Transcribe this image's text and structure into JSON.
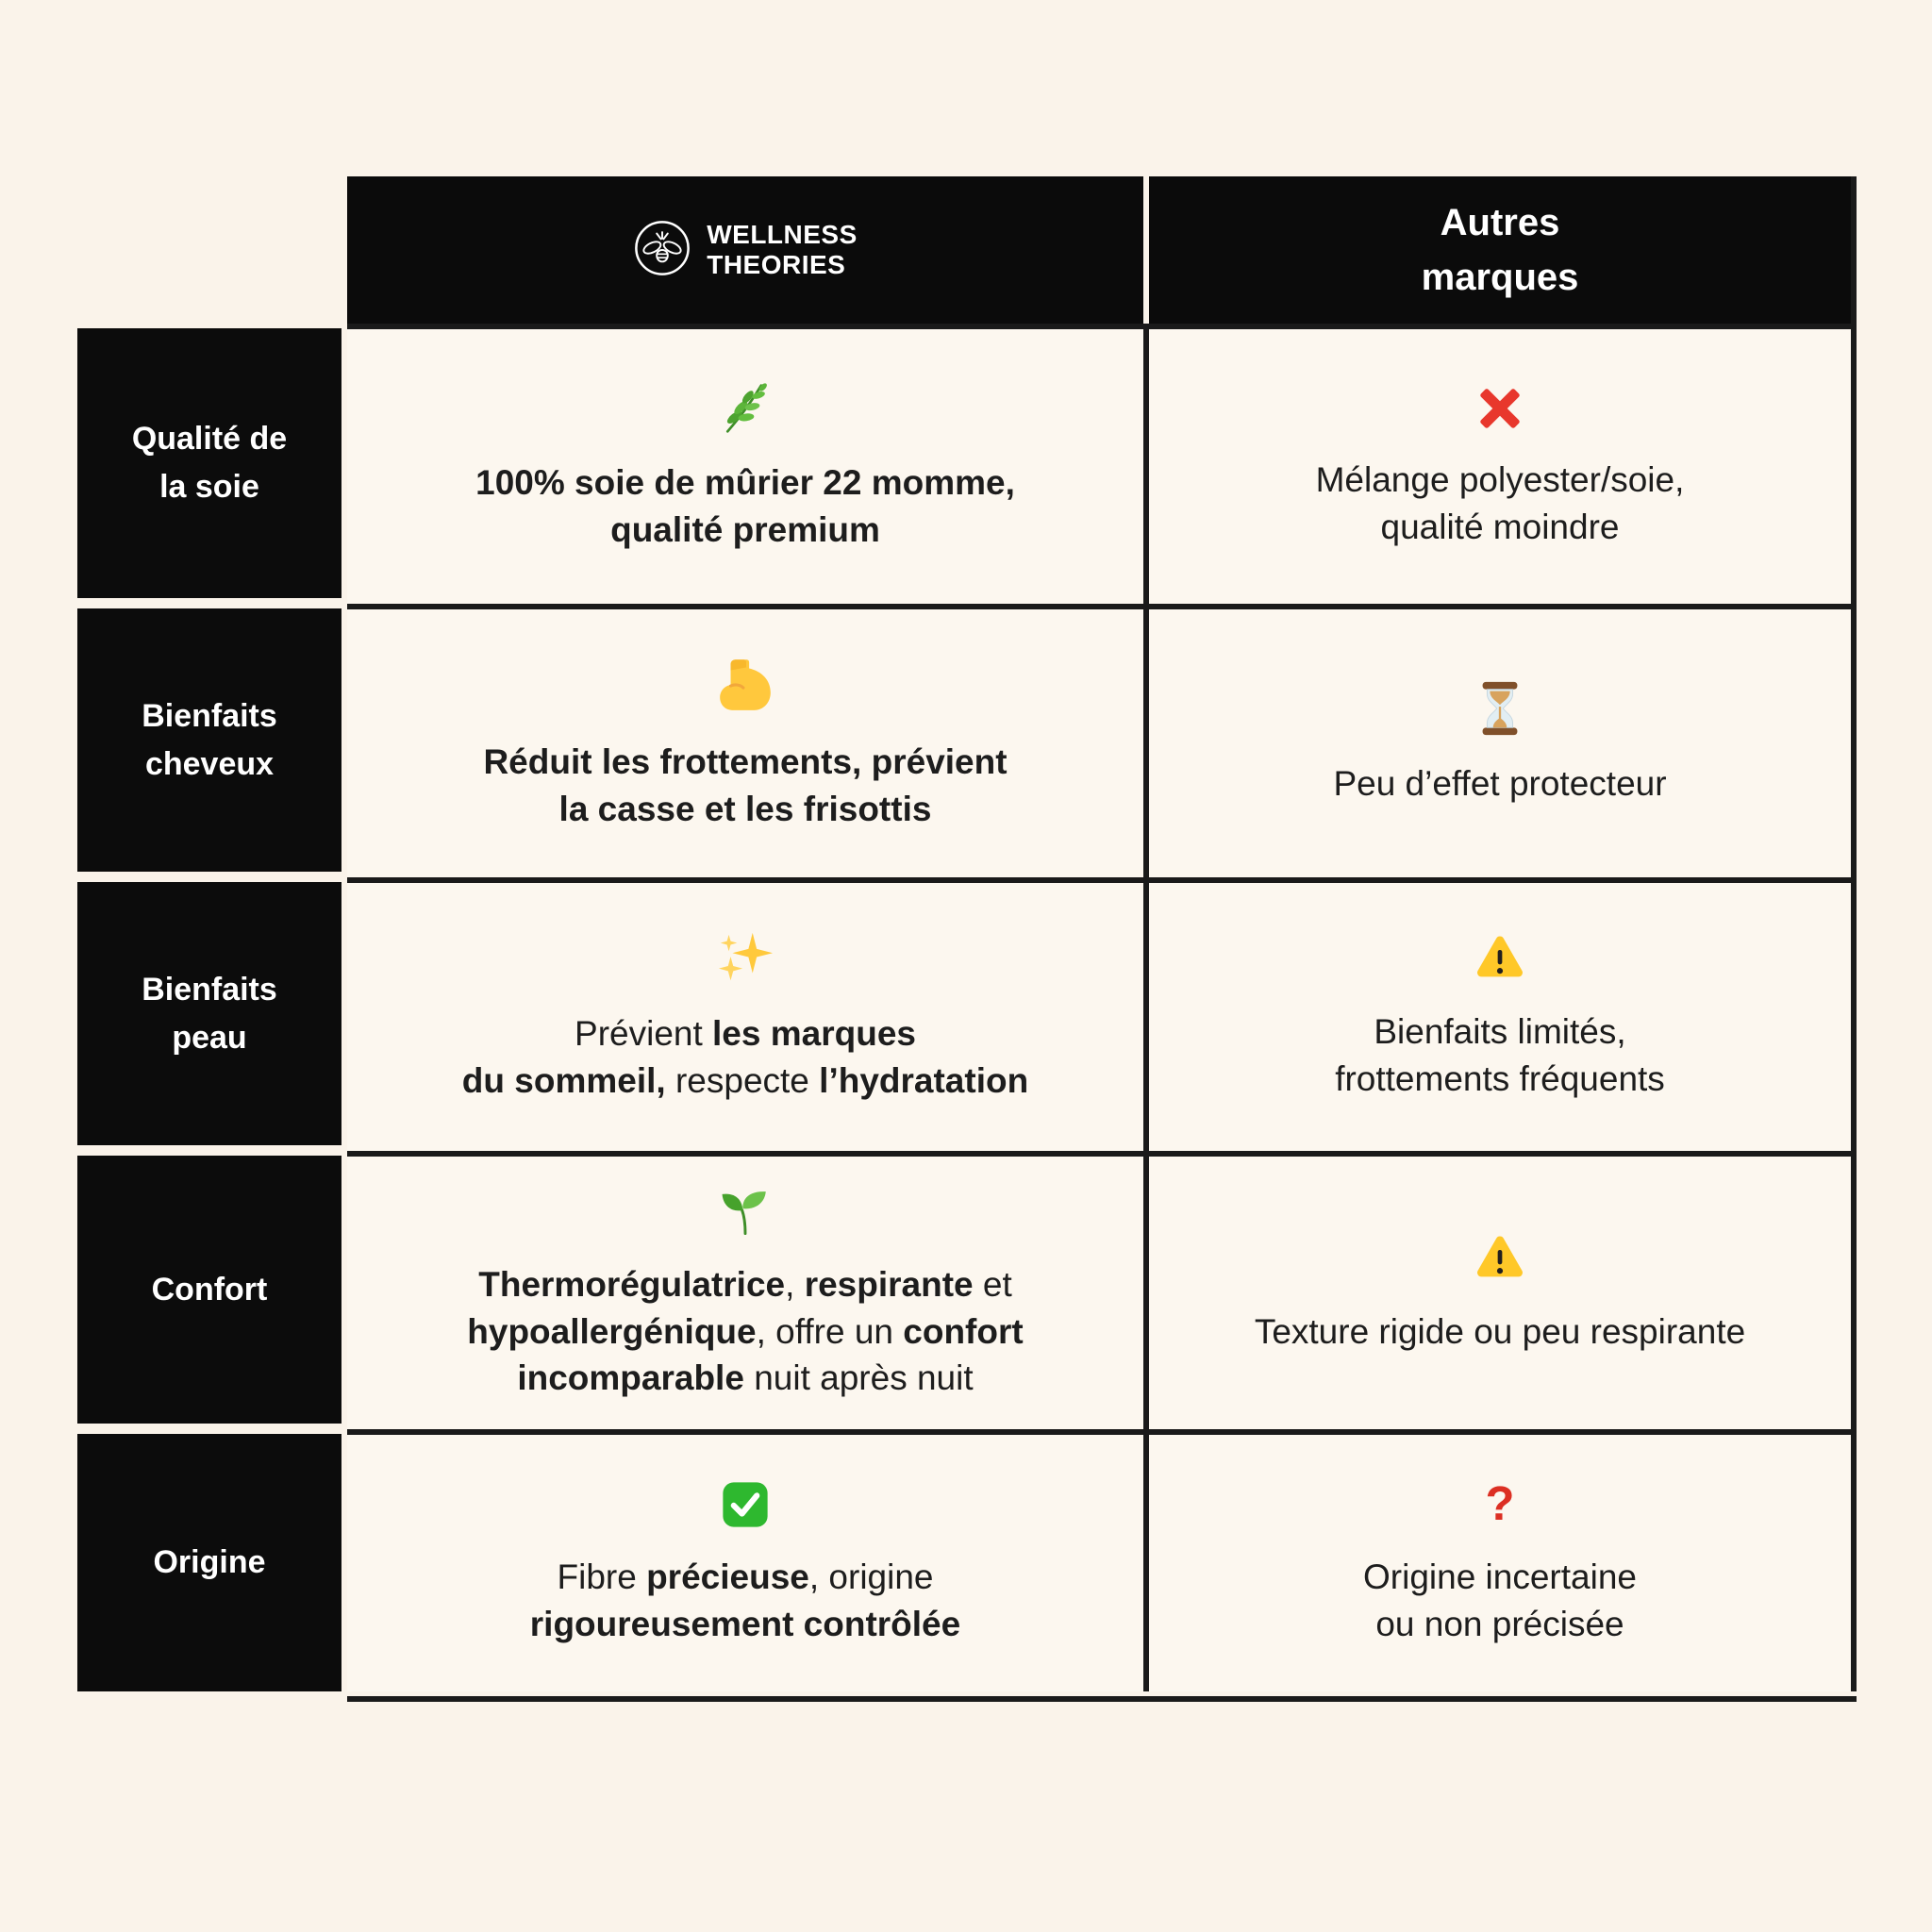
{
  "page": {
    "background_color": "#FAF3EA"
  },
  "colors": {
    "cell_background": "#FCF7EF",
    "black": "#0C0C0C",
    "border": "#1A1A1A",
    "text": "#1D1D1D",
    "white": "#FFFFFF",
    "red_accent": "#DC2F23",
    "green_accent": "#46A22C",
    "warning_yellow": "#FFC828",
    "biceps_yellow": "#FFC83D"
  },
  "table": {
    "header": {
      "brand": {
        "logo_icon": "bee-logo-icon",
        "name": "WELLNESS\nTHEORIES"
      },
      "competitor_label": "Autres\nmarques"
    },
    "rows": [
      {
        "label": "Qualité de\nla soie",
        "ours": {
          "icon": "herb-icon",
          "segments": [
            {
              "t": "100% soie de mûrier 22 momme,\nqualité premium",
              "b": true
            }
          ]
        },
        "others": {
          "icon": "cross-mark-icon",
          "segments": [
            {
              "t": "Mélange polyester/soie,\nqualité moindre",
              "b": false
            }
          ]
        }
      },
      {
        "label": "Bienfaits\ncheveux",
        "ours": {
          "icon": "flexed-biceps-icon",
          "segments": [
            {
              "t": "Réduit les frottements, prévient\nla casse et les frisottis",
              "b": true
            }
          ]
        },
        "others": {
          "icon": "hourglass-icon",
          "segments": [
            {
              "t": "Peu d’effet protecteur",
              "b": false
            }
          ]
        }
      },
      {
        "label": "Bienfaits\npeau",
        "ours": {
          "icon": "sparkles-icon",
          "segments": [
            {
              "t": "Prévient ",
              "b": false
            },
            {
              "t": "les marques\ndu sommeil,",
              "b": true
            },
            {
              "t": " respecte ",
              "b": false
            },
            {
              "t": "l’hydratation",
              "b": true
            }
          ]
        },
        "others": {
          "icon": "warning-icon",
          "segments": [
            {
              "t": "Bienfaits limités,\nfrottements fréquents",
              "b": false
            }
          ]
        }
      },
      {
        "label": "Confort",
        "ours": {
          "icon": "seedling-icon",
          "segments": [
            {
              "t": "Thermorégulatrice",
              "b": true
            },
            {
              "t": ", ",
              "b": false
            },
            {
              "t": "respirante",
              "b": true
            },
            {
              "t": " et\n",
              "b": false
            },
            {
              "t": "hypoallergénique",
              "b": true
            },
            {
              "t": ", offre un ",
              "b": false
            },
            {
              "t": "confort\nincomparable",
              "b": true
            },
            {
              "t": " nuit après nuit",
              "b": false
            }
          ]
        },
        "others": {
          "icon": "warning-icon",
          "segments": [
            {
              "t": "Texture rigide ou peu respirante",
              "b": false
            }
          ]
        }
      },
      {
        "label": "Origine",
        "ours": {
          "icon": "check-mark-icon",
          "segments": [
            {
              "t": "Fibre ",
              "b": false
            },
            {
              "t": "précieuse",
              "b": true
            },
            {
              "t": ", origine\n",
              "b": false
            },
            {
              "t": "rigoureusement contrôlée",
              "b": true
            }
          ]
        },
        "others": {
          "icon": "question-mark-icon",
          "segments": [
            {
              "t": "Origine incertaine\nou non précisée",
              "b": false
            }
          ]
        }
      }
    ]
  },
  "chart_data": {
    "type": "table",
    "title": "Comparatif soie : Wellness Theories vs autres marques",
    "columns": [
      "",
      "Wellness Theories",
      "Autres marques"
    ],
    "rows": [
      [
        "Qualité de la soie",
        "100% soie de mûrier 22 momme, qualité premium",
        "Mélange polyester/soie, qualité moindre"
      ],
      [
        "Bienfaits cheveux",
        "Réduit les frottements, prévient la casse et les frisottis",
        "Peu d’effet protecteur"
      ],
      [
        "Bienfaits peau",
        "Prévient les marques du sommeil, respecte l’hydratation",
        "Bienfaits limités, frottements fréquents"
      ],
      [
        "Confort",
        "Thermorégulatrice, respirante et hypoallergénique, offre un confort incomparable nuit après nuit",
        "Texture rigide ou peu respirante"
      ],
      [
        "Origine",
        "Fibre précieuse, origine rigoureusement contrôlée",
        "Origine incertaine ou non précisée"
      ]
    ]
  }
}
